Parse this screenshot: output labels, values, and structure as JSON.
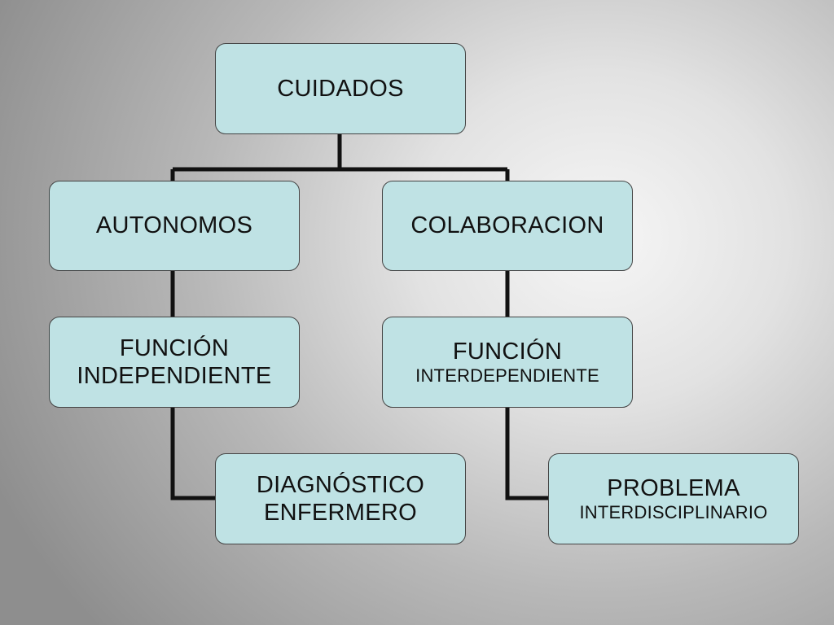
{
  "diagram": {
    "root": {
      "label": "CUIDADOS"
    },
    "autonomos": {
      "label": "AUTONOMOS"
    },
    "colaboracion": {
      "label": "COLABORACION"
    },
    "funcion_independiente": {
      "line1": "FUNCIÓN",
      "line2": "INDEPENDIENTE"
    },
    "funcion_interdependiente": {
      "line1": "FUNCIÓN",
      "line2": "INTERDEPENDIENTE"
    },
    "diagnostico_enfermero": {
      "line1": "DIAGNÓSTICO",
      "line2": "ENFERMERO"
    },
    "problema_interdisciplinario": {
      "line1": "PROBLEMA",
      "line2": "INTERDISCIPLINARIO"
    },
    "colors": {
      "node_fill": "#bfe2e4",
      "node_border": "#444444",
      "connector": "#111111"
    }
  }
}
